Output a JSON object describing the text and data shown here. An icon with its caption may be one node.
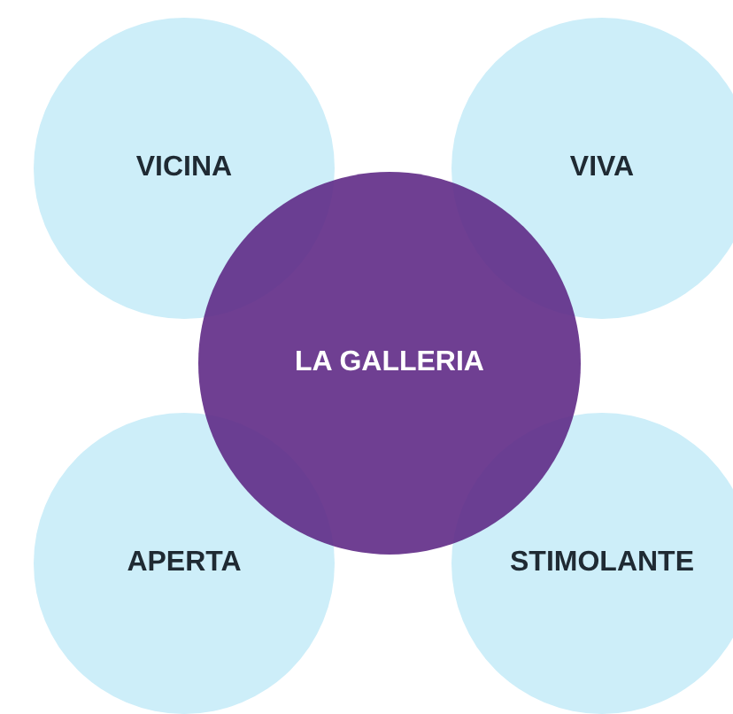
{
  "diagram": {
    "nodes": [
      {
        "text": [
          "VICINA"
        ]
      },
      {
        "text": [
          "VIVA"
        ]
      },
      {
        "text": [
          "LA GALLERIA"
        ]
      },
      {
        "text": [
          "APERTA"
        ]
      },
      {
        "text": [
          "STIMOLANTE"
        ]
      }
    ]
  }
}
